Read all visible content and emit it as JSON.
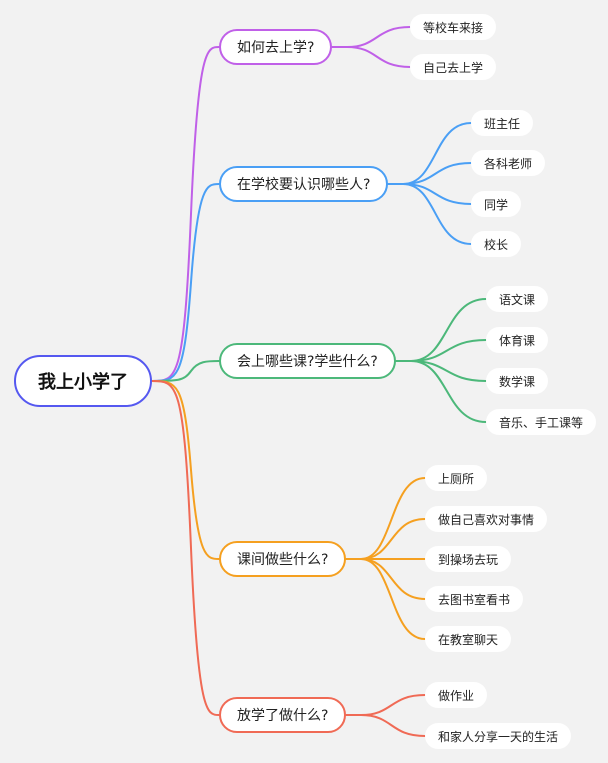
{
  "root": {
    "label": "我上小学了",
    "color": "#5558f0"
  },
  "branches": [
    {
      "label": "如何去上学?",
      "color": "#c060e8",
      "children": [
        "等校车来接",
        "自己去上学"
      ]
    },
    {
      "label": "在学校要认识哪些人?",
      "color": "#4a9ff5",
      "children": [
        "班主任",
        "各科老师",
        "同学",
        "校长"
      ]
    },
    {
      "label": "会上哪些课?学些什么?",
      "color": "#4cb87a",
      "children": [
        "语文课",
        "体育课",
        "数学课",
        "音乐、手工课等"
      ]
    },
    {
      "label": "课间做些什么?",
      "color": "#f5a020",
      "children": [
        "上厕所",
        "做自己喜欢对事情",
        "到操场去玩",
        "去图书室看书",
        "在教室聊天"
      ]
    },
    {
      "label": "放学了做什么?",
      "color": "#f06a55",
      "children": [
        "做作业",
        "和家人分享一天的生活"
      ]
    }
  ]
}
